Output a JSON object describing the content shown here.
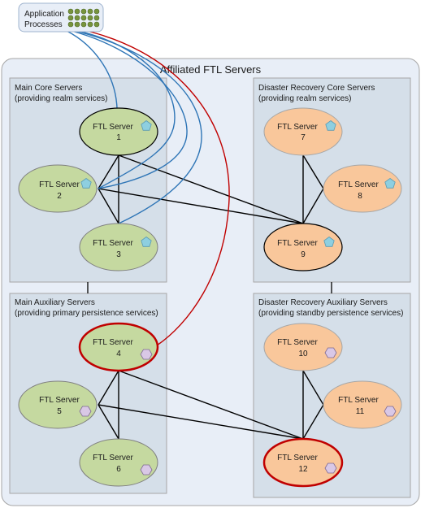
{
  "application": {
    "line1": "Application",
    "line2": "Processes"
  },
  "outer_title": "Affiliated FTL Servers",
  "groups": {
    "main_core": {
      "title": "Main Core Servers",
      "subtitle": "(providing realm services)"
    },
    "dr_core": {
      "title": "Disaster Recovery Core Servers",
      "subtitle": "(providing realm services)"
    },
    "main_aux": {
      "title": "Main Auxiliary Servers",
      "subtitle": "(providing primary persistence services)"
    },
    "dr_aux": {
      "title": "Disaster Recovery Auxiliary Servers",
      "subtitle": "(providing standby persistence services)"
    }
  },
  "servers": [
    {
      "name": "FTL Server",
      "number": "1"
    },
    {
      "name": "FTL Server",
      "number": "2"
    },
    {
      "name": "FTL Server",
      "number": "3"
    },
    {
      "name": "FTL Server",
      "number": "4"
    },
    {
      "name": "FTL Server",
      "number": "5"
    },
    {
      "name": "FTL Server",
      "number": "6"
    },
    {
      "name": "FTL Server",
      "number": "7"
    },
    {
      "name": "FTL Server",
      "number": "8"
    },
    {
      "name": "FTL Server",
      "number": "9"
    },
    {
      "name": "FTL Server",
      "number": "10"
    },
    {
      "name": "FTL Server",
      "number": "11"
    },
    {
      "name": "FTL Server",
      "number": "12"
    }
  ],
  "colors": {
    "main_fill": "#c5d9a0",
    "dr_fill": "#f9c79b",
    "highlight_border": "#c00000",
    "blue_link": "#2e75b6",
    "red_link": "#c00000",
    "pentagon": "#8ecfe0",
    "hexagon": "#d9c8e6"
  }
}
